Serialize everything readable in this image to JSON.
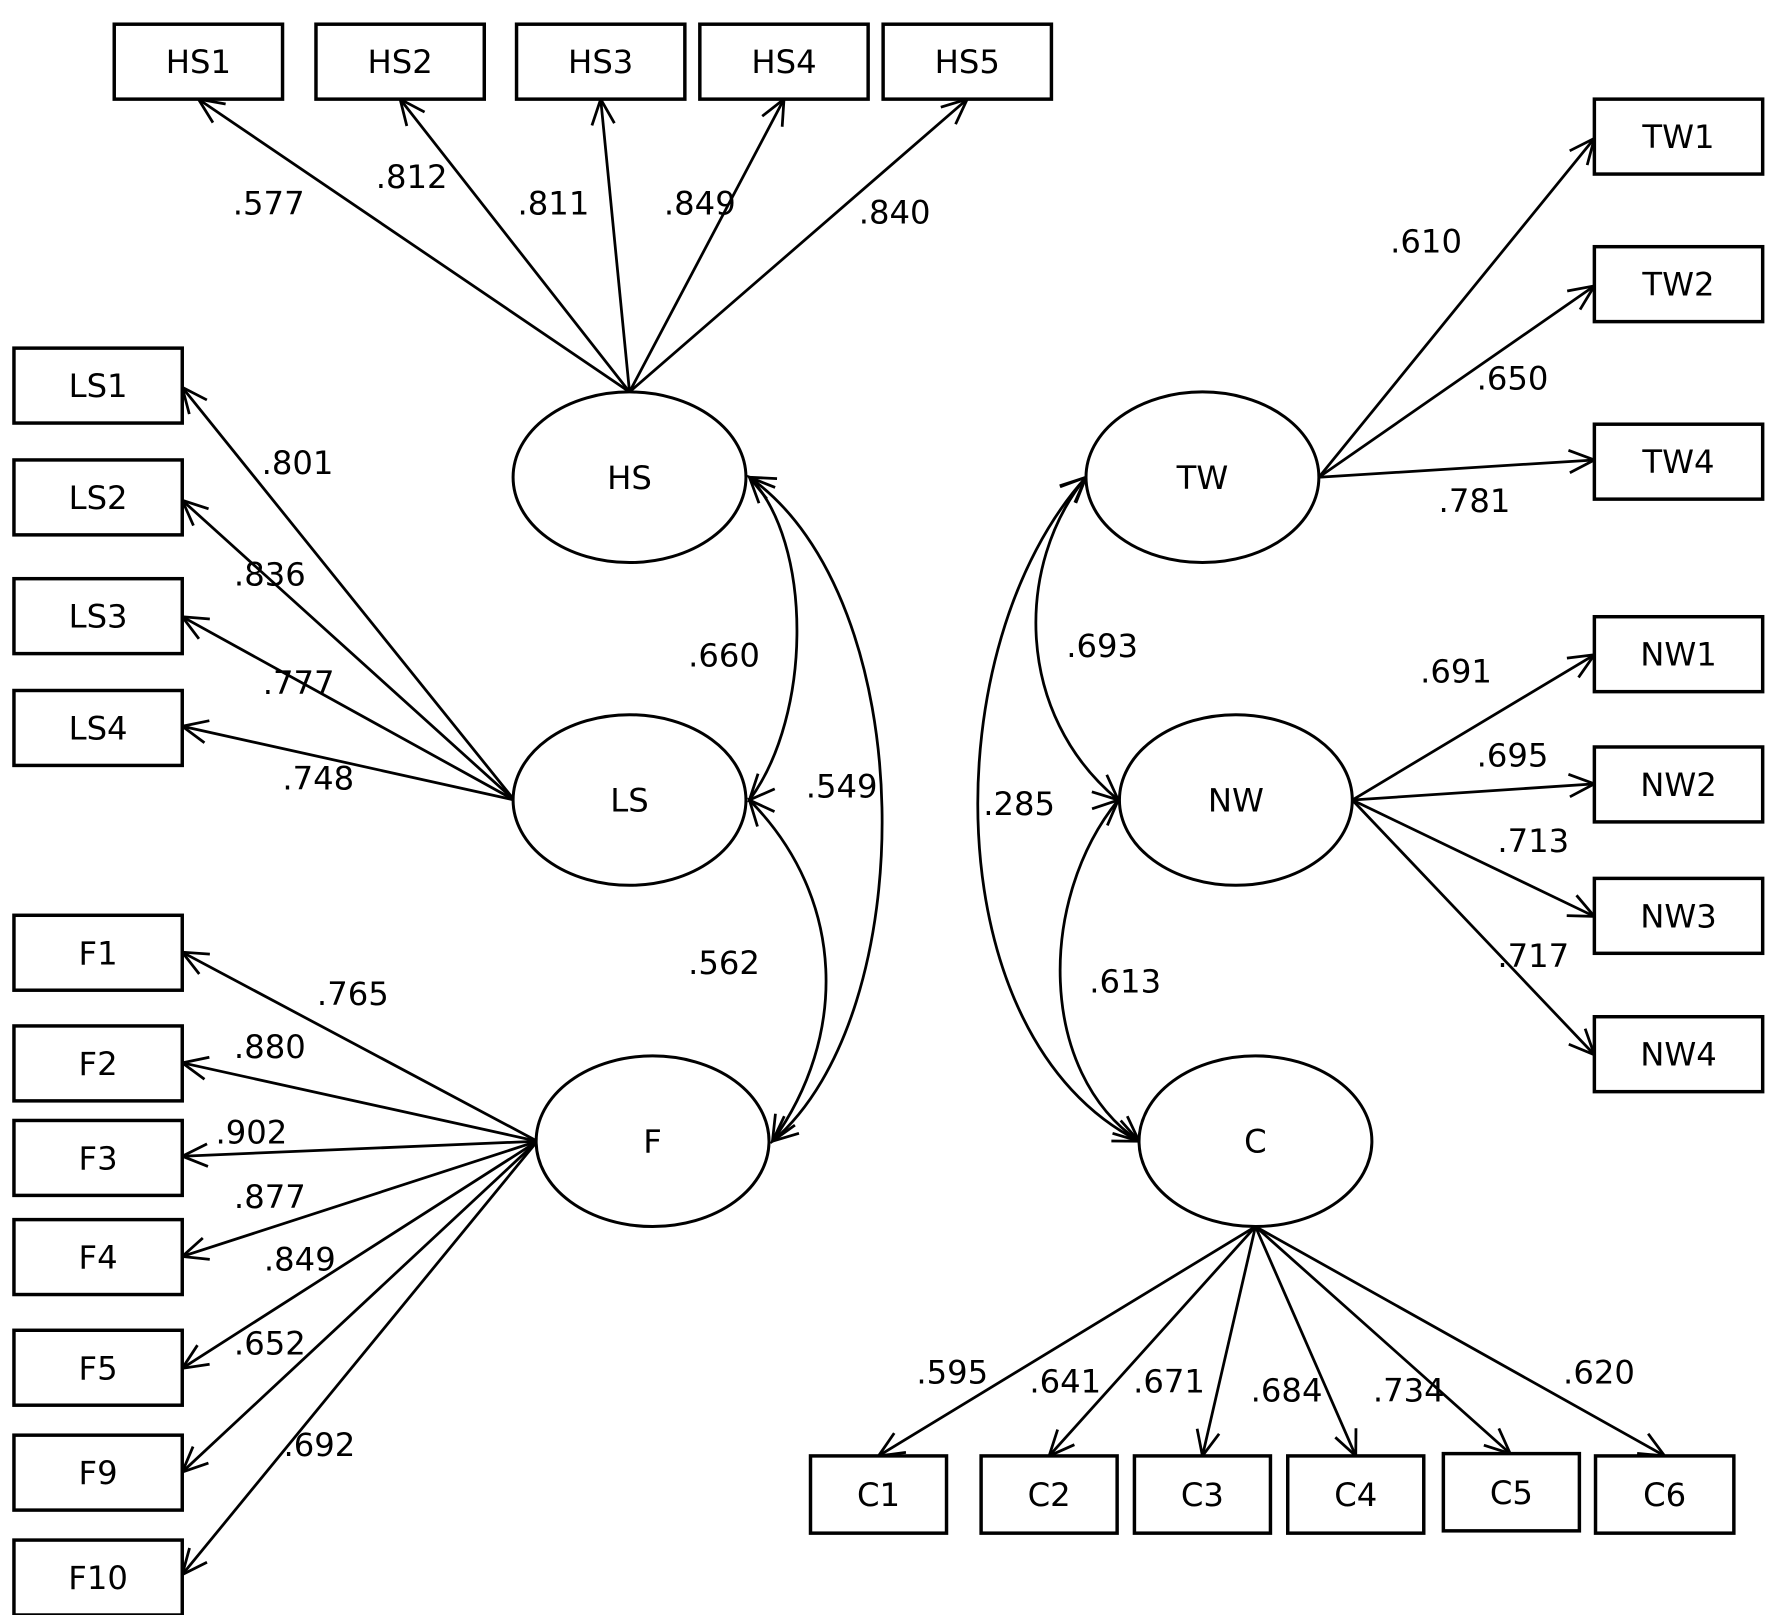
{
  "diagram": {
    "type": "confirmatory-factor-analysis",
    "latent_factors": [
      {
        "id": "HS",
        "label": "HS"
      },
      {
        "id": "LS",
        "label": "LS"
      },
      {
        "id": "F",
        "label": "F"
      },
      {
        "id": "TW",
        "label": "TW"
      },
      {
        "id": "NW",
        "label": "NW"
      },
      {
        "id": "C",
        "label": "C"
      }
    ],
    "indicators": [
      {
        "id": "HS1",
        "label": "HS1",
        "factor": "HS",
        "loading": ".577"
      },
      {
        "id": "HS2",
        "label": "HS2",
        "factor": "HS",
        "loading": ".812"
      },
      {
        "id": "HS3",
        "label": "HS3",
        "factor": "HS",
        "loading": ".811"
      },
      {
        "id": "HS4",
        "label": "HS4",
        "factor": "HS",
        "loading": ".849"
      },
      {
        "id": "HS5",
        "label": "HS5",
        "factor": "HS",
        "loading": ".840"
      },
      {
        "id": "LS1",
        "label": "LS1",
        "factor": "LS",
        "loading": ".801"
      },
      {
        "id": "LS2",
        "label": "LS2",
        "factor": "LS",
        "loading": ".836"
      },
      {
        "id": "LS3",
        "label": "LS3",
        "factor": "LS",
        "loading": ".777"
      },
      {
        "id": "LS4",
        "label": "LS4",
        "factor": "LS",
        "loading": ".748"
      },
      {
        "id": "F1",
        "label": "F1",
        "factor": "F",
        "loading": ".765"
      },
      {
        "id": "F2",
        "label": "F2",
        "factor": "F",
        "loading": ".880"
      },
      {
        "id": "F3",
        "label": "F3",
        "factor": "F",
        "loading": ".902"
      },
      {
        "id": "F4",
        "label": "F4",
        "factor": "F",
        "loading": ".877"
      },
      {
        "id": "F5",
        "label": "F5",
        "factor": "F",
        "loading": ".849"
      },
      {
        "id": "F9",
        "label": "F9",
        "factor": "F",
        "loading": ".652"
      },
      {
        "id": "F10",
        "label": "F10",
        "factor": "F",
        "loading": ".692"
      },
      {
        "id": "TW1",
        "label": "TW1",
        "factor": "TW",
        "loading": ".610"
      },
      {
        "id": "TW2",
        "label": "TW2",
        "factor": "TW",
        "loading": ".650"
      },
      {
        "id": "TW4",
        "label": "TW4",
        "factor": "TW",
        "loading": ".781"
      },
      {
        "id": "NW1",
        "label": "NW1",
        "factor": "NW",
        "loading": ".691"
      },
      {
        "id": "NW2",
        "label": "NW2",
        "factor": "NW",
        "loading": ".695"
      },
      {
        "id": "NW3",
        "label": "NW3",
        "factor": "NW",
        "loading": ".713"
      },
      {
        "id": "NW4",
        "label": "NW4",
        "factor": "NW",
        "loading": ".717"
      },
      {
        "id": "C1",
        "label": "C1",
        "factor": "C",
        "loading": ".595"
      },
      {
        "id": "C2",
        "label": "C2",
        "factor": "C",
        "loading": ".641"
      },
      {
        "id": "C3",
        "label": "C3",
        "factor": "C",
        "loading": ".671"
      },
      {
        "id": "C4",
        "label": "C4",
        "factor": "C",
        "loading": ".684"
      },
      {
        "id": "C5",
        "label": "C5",
        "factor": "C",
        "loading": ".734"
      },
      {
        "id": "C6",
        "label": "C6",
        "factor": "C",
        "loading": ".620"
      }
    ],
    "correlations": [
      {
        "from": "HS",
        "to": "LS",
        "value": ".660"
      },
      {
        "from": "HS",
        "to": "F",
        "value": ".549"
      },
      {
        "from": "LS",
        "to": "F",
        "value": ".562"
      },
      {
        "from": "TW",
        "to": "NW",
        "value": ".693"
      },
      {
        "from": "TW",
        "to": "C",
        "value": ".285"
      },
      {
        "from": "NW",
        "to": "C",
        "value": ".613"
      }
    ]
  }
}
